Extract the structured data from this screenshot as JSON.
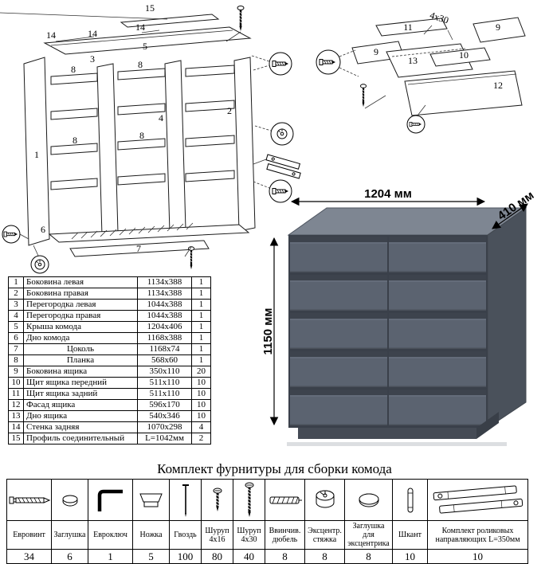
{
  "title": "Комплект фурнитуры для сборки комода",
  "dresser": {
    "width_label": "1204 мм",
    "depth_label": "410 мм",
    "height_label": "1150 мм"
  },
  "diagram_left": {
    "labels": {
      "p1": "1",
      "p2": "2",
      "p3": "3",
      "p4": "4",
      "p5": "5",
      "p6": "6",
      "p7": "7",
      "p8": "8",
      "p14": "14",
      "p15": "15"
    }
  },
  "diagram_right": {
    "labels": {
      "p9": "9",
      "p10": "10",
      "p11": "11",
      "p12": "12",
      "p13": "13"
    },
    "screw_note": "4x30"
  },
  "parts_table": {
    "rows": [
      {
        "num": "1",
        "name": "Боковина левая",
        "size": "1134x388",
        "qty": "1"
      },
      {
        "num": "2",
        "name": "Боковина правая",
        "size": "1134x388",
        "qty": "1"
      },
      {
        "num": "3",
        "name": "Перегородка левая",
        "size": "1044x388",
        "qty": "1"
      },
      {
        "num": "4",
        "name": "Перегородка правая",
        "size": "1044x388",
        "qty": "1"
      },
      {
        "num": "5",
        "name": "Крыша комода",
        "size": "1204x406",
        "qty": "1"
      },
      {
        "num": "6",
        "name": "Дно комода",
        "size": "1168x388",
        "qty": "1"
      },
      {
        "num": "7",
        "name": "Цоколь",
        "size": "1168x74",
        "qty": "1"
      },
      {
        "num": "8",
        "name": "Планка",
        "size": "568x60",
        "qty": "1"
      },
      {
        "num": "9",
        "name": "Боковина ящика",
        "size": "350x110",
        "qty": "20"
      },
      {
        "num": "10",
        "name": "Щит ящика передний",
        "size": "511x110",
        "qty": "10"
      },
      {
        "num": "11",
        "name": "Щит ящика задний",
        "size": "511x110",
        "qty": "10"
      },
      {
        "num": "12",
        "name": "Фасад ящика",
        "size": "596x170",
        "qty": "10"
      },
      {
        "num": "13",
        "name": "Дно ящика",
        "size": "540x346",
        "qty": "10"
      },
      {
        "num": "14",
        "name": "Стенка задняя",
        "size": "1070x298",
        "qty": "4"
      },
      {
        "num": "15",
        "name": "Профиль соединительный",
        "size": "L=1042мм",
        "qty": "2"
      }
    ]
  },
  "hardware": {
    "items": [
      {
        "name": "Евровинт",
        "qty": "34",
        "icon": "euroscrew-icon"
      },
      {
        "name": "Заглушка",
        "qty": "6",
        "icon": "plug-icon"
      },
      {
        "name": "Евроключ",
        "qty": "1",
        "icon": "hex-key-icon"
      },
      {
        "name": "Ножка",
        "qty": "5",
        "icon": "leg-icon"
      },
      {
        "name": "Гвоздь",
        "qty": "100",
        "icon": "nail-icon"
      },
      {
        "name": "Шуруп 4x16",
        "qty": "80",
        "icon": "screw-4x16-icon"
      },
      {
        "name": "Шуруп 4x30",
        "qty": "40",
        "icon": "screw-4x30-icon"
      },
      {
        "name": "Ввинчив. дюбель",
        "qty": "8",
        "icon": "screw-in-dowel-icon"
      },
      {
        "name": "Эксцентр. стяжка",
        "qty": "8",
        "icon": "eccentric-cam-icon"
      },
      {
        "name": "Заглушка для эксцентрика",
        "qty": "8",
        "icon": "cam-cover-icon"
      },
      {
        "name": "Шкант",
        "qty": "10",
        "icon": "wooden-dowel-icon"
      },
      {
        "name": "Комплект роликовых направляющих L=350мм",
        "qty": "10",
        "icon": "roller-guides-icon"
      }
    ]
  }
}
